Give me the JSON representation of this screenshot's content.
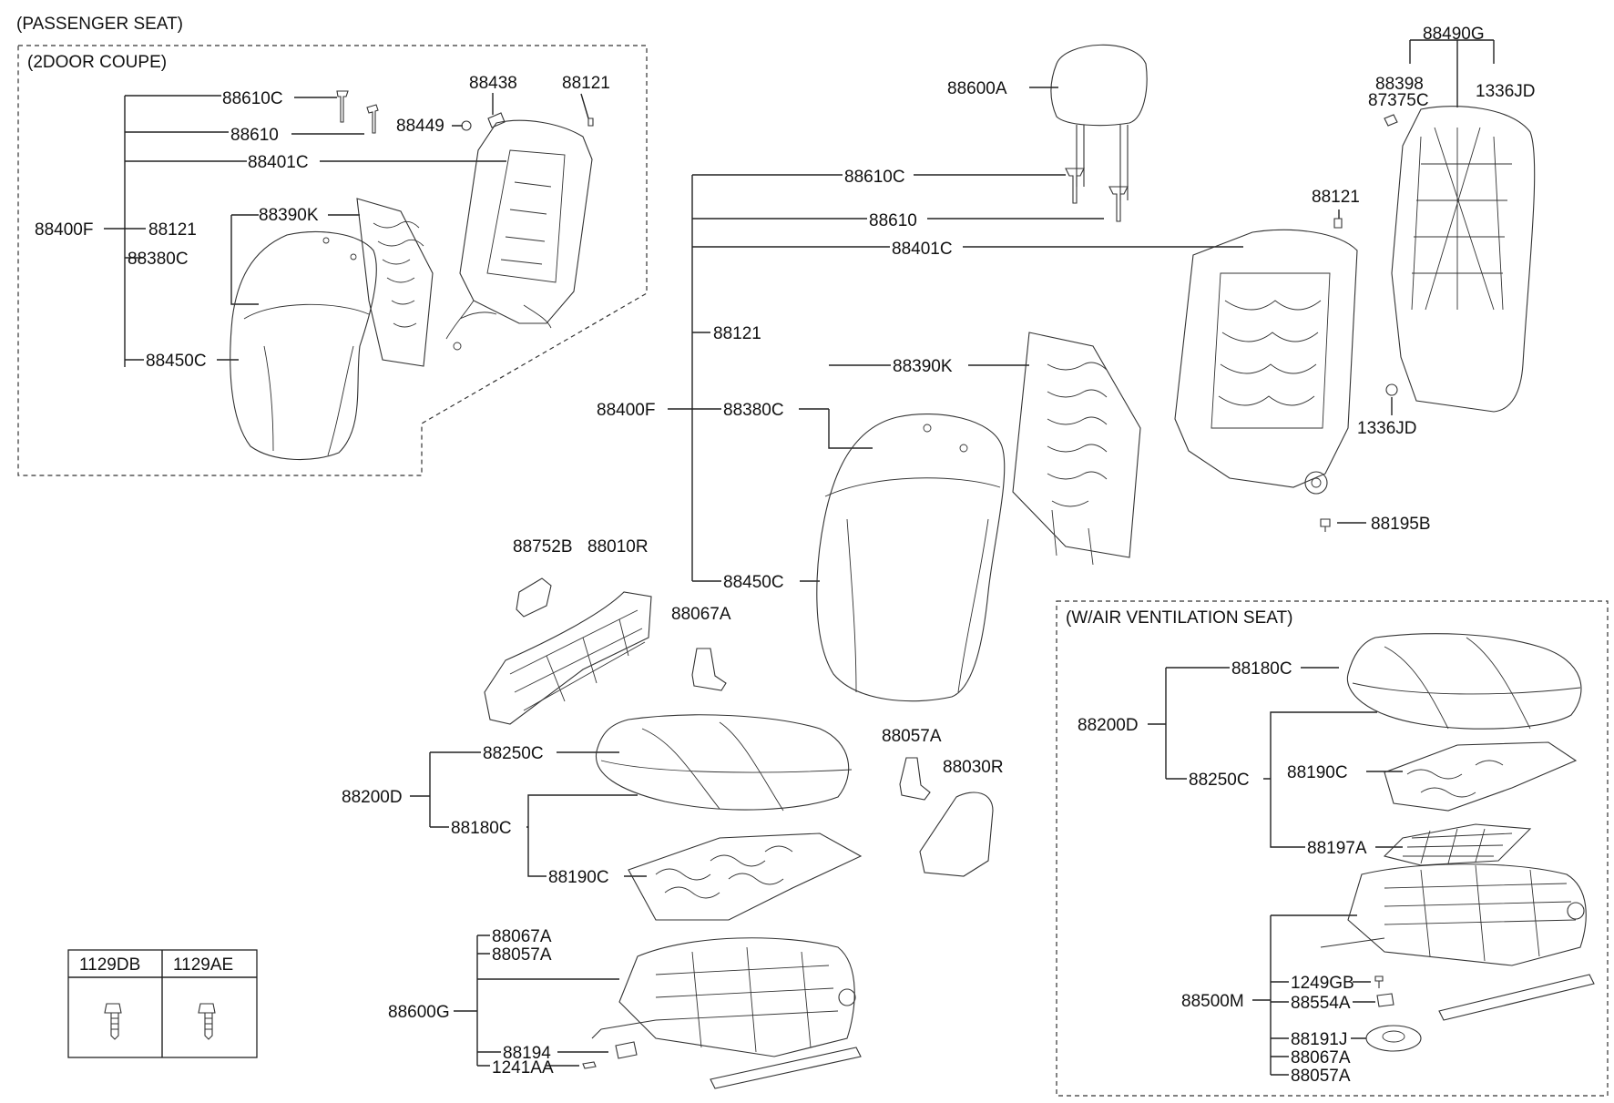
{
  "titles": {
    "passenger": "(PASSENGER SEAT)",
    "coupe": "(2DOOR COUPE)",
    "ventilation": "(W/AIR VENTILATION SEAT)"
  },
  "coupe": {
    "p88610C": "88610C",
    "p88610": "88610",
    "p88401C": "88401C",
    "p88400F": "88400F",
    "p88121a": "88121",
    "p88390K": "88390K",
    "p88380C": "88380C",
    "p88450C": "88450C",
    "p88438": "88438",
    "p88121b": "88121",
    "p88449": "88449"
  },
  "main": {
    "p88600A": "88600A",
    "p88610C": "88610C",
    "p88610": "88610",
    "p88401C": "88401C",
    "p88121": "88121",
    "p88400F": "88400F",
    "p88380C": "88380C",
    "p88390K": "88390K",
    "p88450C": "88450C",
    "p88121b": "88121",
    "p88195B": "88195B",
    "p88490G": "88490G",
    "p88398": "88398",
    "p87375C": "87375C",
    "p1336JD": "1336JD",
    "p1336JD2": "1336JD",
    "p88752B": "88752B",
    "p88010R": "88010R",
    "p88067A": "88067A",
    "p88057A": "88057A",
    "p88030R": "88030R",
    "p88250C": "88250C",
    "p88200D": "88200D",
    "p88180C": "88180C",
    "p88190C": "88190C",
    "p88067A2": "88067A",
    "p88057A2": "88057A",
    "p88600G": "88600G",
    "p88194": "88194",
    "p1241AA": "1241AA"
  },
  "vent": {
    "p88180C": "88180C",
    "p88200D": "88200D",
    "p88250C": "88250C",
    "p88190C": "88190C",
    "p88197A": "88197A",
    "p88500M": "88500M",
    "p1249GB": "1249GB",
    "p88554A": "88554A",
    "p88191J": "88191J",
    "p88067A": "88067A",
    "p88057A": "88057A"
  },
  "bolts": {
    "col1": "1129DB",
    "col2": "1129AE"
  }
}
